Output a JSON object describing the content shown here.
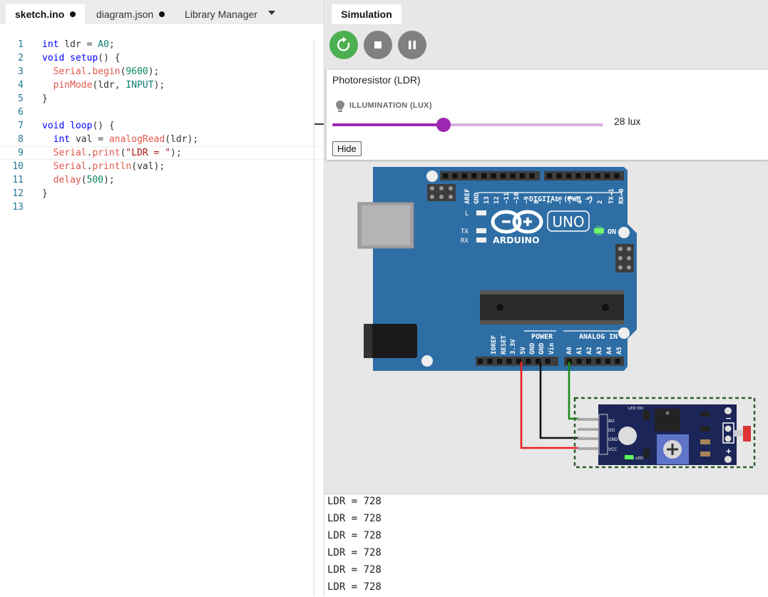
{
  "editor": {
    "tabs": [
      {
        "label": "sketch.ino",
        "modified": true,
        "active": true
      },
      {
        "label": "diagram.json",
        "modified": true,
        "active": false
      },
      {
        "label": "Library Manager",
        "modified": false,
        "active": false
      }
    ],
    "code_lines": [
      "int ldr = A0;",
      "void setup() {",
      "  Serial.begin(9600);",
      "  pinMode(ldr, INPUT);",
      "}",
      "",
      "void loop() {",
      "  int val = analogRead(ldr);",
      "  Serial.print(\"LDR = \");",
      "  Serial.println(val);",
      "  delay(500);",
      "}",
      ""
    ],
    "current_line": 9
  },
  "simulation": {
    "tab_label": "Simulation",
    "controls": [
      {
        "name": "restart",
        "icon": "restart-icon",
        "color": "#4caf50"
      },
      {
        "name": "stop",
        "icon": "stop-icon",
        "color": "#808080"
      },
      {
        "name": "pause",
        "icon": "pause-icon",
        "color": "#808080"
      }
    ],
    "ldr_panel": {
      "title": "Photoresistor (LDR)",
      "label": "ILLUMINATION (LUX)",
      "slider_fraction": 0.41,
      "value_text": "28 lux",
      "hide_label": "Hide"
    },
    "board": {
      "logo_text": "ARDUINO",
      "model": "UNO",
      "digital_label": "DIGITAL (PWM ~)",
      "power_label": "POWER",
      "analog_label": "ANALOG IN",
      "on_label": "ON",
      "led_labels": [
        "L",
        "TX",
        "RX"
      ],
      "top_pins": [
        "AREF",
        "GND",
        "13",
        "12",
        "~11",
        "~10",
        "~9",
        "8",
        "7",
        "~6",
        "~5",
        "4",
        "~3",
        "2",
        "TX→1",
        "RX←0"
      ],
      "power_pins": [
        "IOREF",
        "RESET",
        "3.3V",
        "5V",
        "GND",
        "GND",
        "Vin"
      ],
      "analog_pins": [
        "A0",
        "A1",
        "A2",
        "A3",
        "A4",
        "A5"
      ],
      "color": "#2f6ea5"
    },
    "module": {
      "pins": [
        "AO",
        "DO",
        "GND",
        "VCC"
      ],
      "led_labels": [
        "LED DO",
        "PWR LED"
      ],
      "color": "#1b2557"
    },
    "wires": {
      "power": "#e82020",
      "ground": "#111111",
      "signal": "#1b8a1b"
    },
    "serial_lines": [
      "LDR = 728",
      "LDR = 728",
      "LDR = 728",
      "LDR = 728",
      "LDR = 728",
      "LDR = 728"
    ]
  }
}
